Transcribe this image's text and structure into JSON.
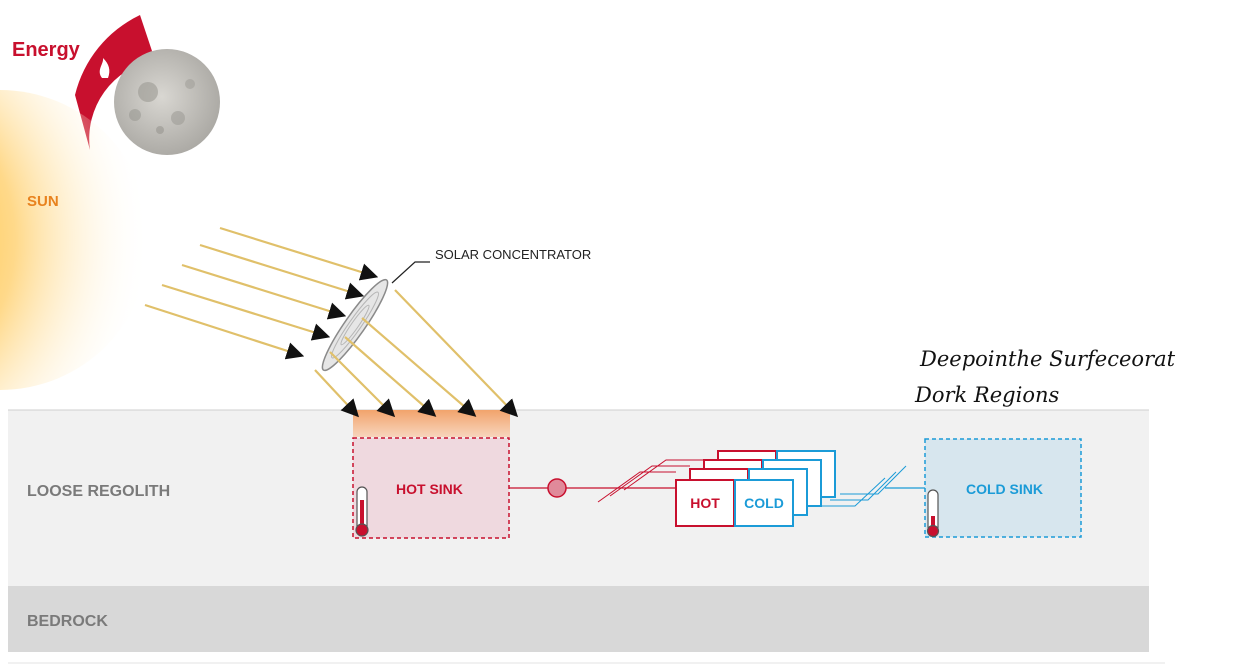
{
  "badge": {
    "label": "Energy"
  },
  "sun": {
    "label": "SUN"
  },
  "concentrator": {
    "label": "SOLAR CONCENTRATOR"
  },
  "layers": {
    "regolith": "LOOSE REGOLITH",
    "bedrock": "BEDROCK"
  },
  "sinks": {
    "hot": "HOT SINK",
    "cold": "COLD SINK"
  },
  "module": {
    "hot": "HOT",
    "cold": "COLD"
  },
  "annotation": {
    "line1": "Deepointhe Surfeceorat",
    "line2": "Dork Regions"
  },
  "colors": {
    "accent_red": "#c8102e",
    "accent_blue": "#1b9bd7",
    "sun_orange": "#e8821e",
    "ray_gold": "#e0c06a",
    "regolith": "#f1f1f1",
    "bedrock": "#d8d8d8"
  }
}
